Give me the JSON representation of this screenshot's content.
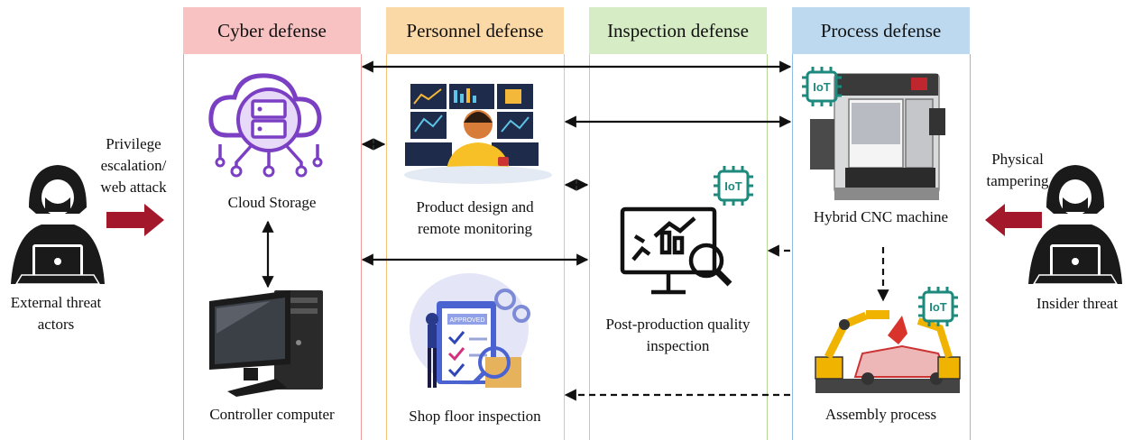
{
  "columns": {
    "cyber": {
      "title": "Cyber defense",
      "fill": "#f8c2c2",
      "line": "#ef9a9a"
    },
    "personnel": {
      "title": "Personnel defense",
      "fill": "#fbd9a7",
      "line": "#f6c27a"
    },
    "inspection": {
      "title": "Inspection defense",
      "fill": "#d6ecc4",
      "line": "#b6d99a"
    },
    "process": {
      "title": "Process defense",
      "fill": "#bcd9f0",
      "line": "#8fbde3"
    }
  },
  "nodes": {
    "cloud_storage": "Cloud Storage",
    "controller_computer": "Controller computer",
    "product_design_1": "Product design and",
    "product_design_2": "remote monitoring",
    "shop_floor": "Shop floor inspection",
    "post_production_1": "Post-production quality",
    "post_production_2": "inspection",
    "hybrid_cnc": "Hybrid CNC machine",
    "assembly": "Assembly process",
    "approved_stamp": "APPROVED"
  },
  "threats": {
    "external_attack_1": "Privilege",
    "external_attack_2": "escalation/",
    "external_attack_3": "web attack",
    "external_actor_1": "External threat",
    "external_actor_2": "actors",
    "physical_1": "Physical",
    "physical_2": "tampering",
    "insider": "Insider threat"
  },
  "iot_badge": "IoT",
  "colors": {
    "threat_arrow": "#a3192b",
    "iot": "#1e8a7e",
    "purple": "#7b3fc4"
  }
}
